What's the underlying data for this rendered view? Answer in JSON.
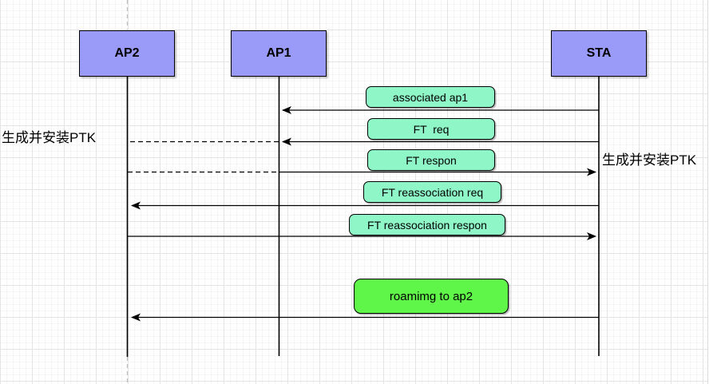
{
  "diagram": {
    "actors": [
      {
        "label": "AP2"
      },
      {
        "label": "AP1"
      },
      {
        "label": "STA"
      }
    ],
    "messages": [
      {
        "label": "associated ap1",
        "from": "STA",
        "to": "AP1",
        "style": "solid"
      },
      {
        "label": "FT  req",
        "from": "STA",
        "to": "AP1",
        "style": "solid, dashed extension AP1→AP2"
      },
      {
        "label": "FT respon",
        "from": "AP1",
        "to": "STA",
        "style": "solid, dashed extension AP2→AP1"
      },
      {
        "label": "FT reassociation req",
        "from": "STA",
        "to": "AP2",
        "style": "solid"
      },
      {
        "label": "FT reassociation respon",
        "from": "AP2",
        "to": "STA",
        "style": "solid"
      },
      {
        "label": "roamimg to ap2",
        "from": "STA",
        "to": "AP2",
        "style": "solid",
        "highlight": true
      }
    ],
    "annotations": [
      {
        "text": "生成并安装PTK",
        "side": "left"
      },
      {
        "text": "生成并安装PTK",
        "side": "right"
      }
    ],
    "colors": {
      "actor_fill": "#9a9af8",
      "message_fill": "#8ff7c7",
      "highlight_fill": "#5ff549",
      "line": "#000000",
      "page_boundary": "#bfbfbf",
      "grid_minor": "#f5f5f5",
      "grid_major": "#e4e4e4"
    }
  }
}
